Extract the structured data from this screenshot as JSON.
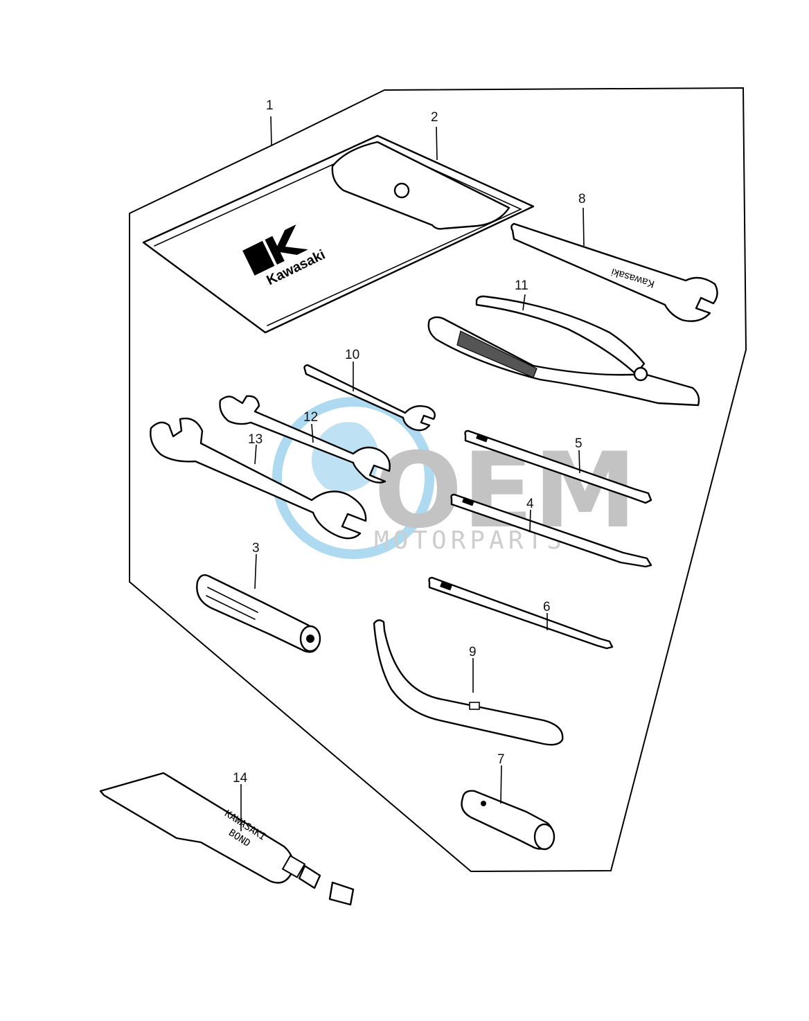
{
  "callouts": {
    "c1": "1",
    "c2": "2",
    "c3": "3",
    "c4": "4",
    "c5": "5",
    "c6": "6",
    "c7": "7",
    "c8": "8",
    "c9": "9",
    "c10": "10",
    "c11": "11",
    "c12": "12",
    "c13": "13",
    "c14": "14"
  },
  "labels": {
    "pouch_brand": "Kawasaki",
    "wrench_brand": "Kawasaki",
    "tube_line1": "KAWASAKI",
    "tube_line2": "BOND"
  },
  "watermark": {
    "logo": "OEM",
    "text": "MOTORPARTS",
    "globe_color": "#7fc4ea",
    "logo_color": "#b9b9b9"
  }
}
